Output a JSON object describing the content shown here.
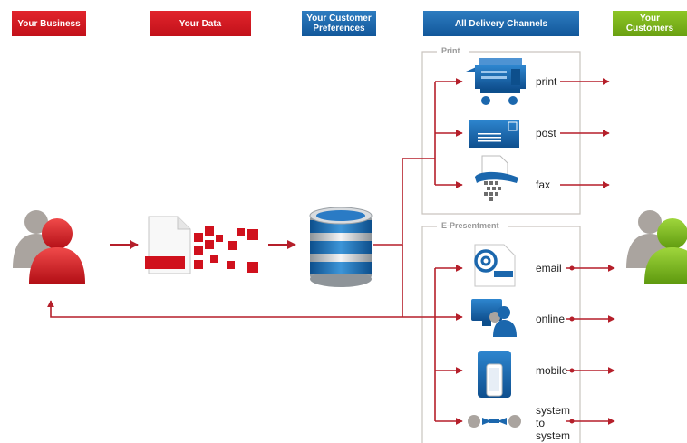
{
  "headers": {
    "business": "Your Business",
    "data": "Your Data",
    "preferences": "Your Customer Preferences",
    "channels": "All Delivery Channels",
    "customers": "Your Customers"
  },
  "groups": {
    "print": "Print",
    "epresentment": "E-Presentment"
  },
  "channels": {
    "print": "print",
    "post": "post",
    "fax": "fax",
    "email": "email",
    "online": "online",
    "mobile": "mobile",
    "system": "system to system"
  },
  "colors": {
    "red": "#d0111d",
    "blue": "#1b67ad",
    "green": "#7cb717",
    "line": "#b51f2a",
    "gray": "#a7a29d"
  }
}
